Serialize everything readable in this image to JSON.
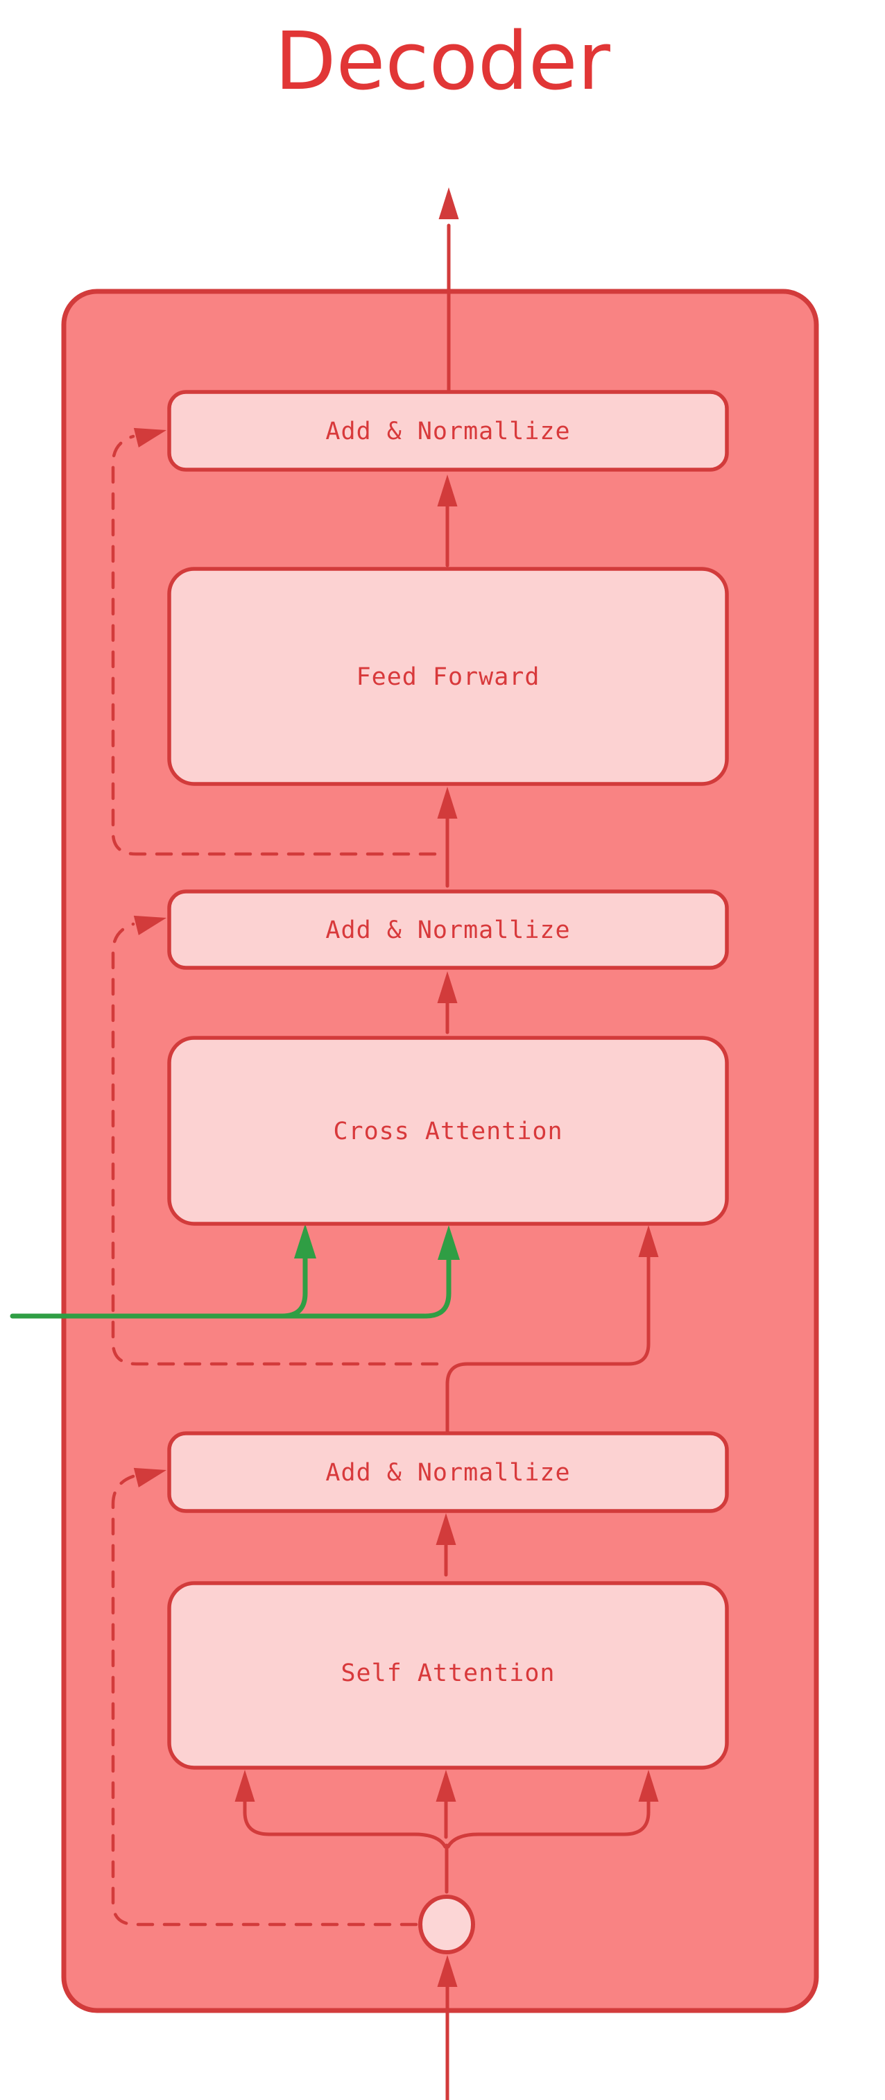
{
  "title": "Decoder",
  "colors": {
    "background": "#ffffff",
    "container_fill": "#f98383",
    "container_stroke": "#d23b3b",
    "block_fill": "#fcd2d2",
    "block_stroke": "#d23b3b",
    "circle_fill": "#fcd6d6",
    "arrow_red": "#d23b3b",
    "arrow_green": "#2f9e44",
    "label_text": "#d8393b",
    "title_text": "#e13636"
  },
  "blocks": [
    {
      "id": "add-normalize-top",
      "label": "Add & Normallize"
    },
    {
      "id": "feed-forward",
      "label": "Feed Forward"
    },
    {
      "id": "add-normalize-middle",
      "label": "Add & Normallize"
    },
    {
      "id": "cross-attention",
      "label": "Cross Attention"
    },
    {
      "id": "add-normalize-bottom",
      "label": "Add & Normallize"
    },
    {
      "id": "self-attention",
      "label": "Self Attention"
    }
  ]
}
